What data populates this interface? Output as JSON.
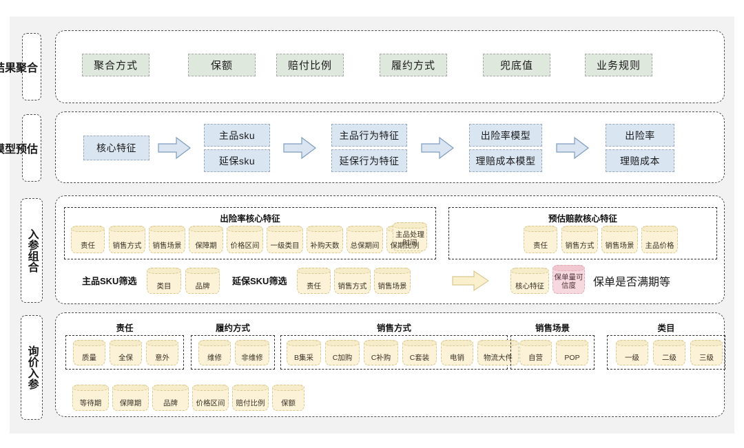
{
  "diagram": {
    "rows": [
      {
        "id": "result-aggregation",
        "label": "结果聚合",
        "chips": [
          "聚合方式",
          "保额",
          "赔付比例",
          "履约方式",
          "兜底值",
          "业务规则"
        ]
      },
      {
        "id": "model-prediction",
        "label": "模型预估",
        "stages": [
          {
            "items": [
              "核心特征"
            ]
          },
          {
            "items": [
              "主品sku",
              "延保sku"
            ]
          },
          {
            "items": [
              "主品行为特征",
              "延保行为特征"
            ]
          },
          {
            "items": [
              "出险率模型",
              "理赔成本模型"
            ]
          },
          {
            "items": [
              "出险率",
              "理赔成本"
            ]
          }
        ],
        "arrow_count": 4
      },
      {
        "id": "input-param-combination",
        "label": "入参组合",
        "groups": [
          {
            "title": "出险率核心特征",
            "nodes": [
              "责任",
              "销售方式",
              "销售场景",
              "保障期",
              "价格区间",
              "一级类目",
              "补购天数",
              "总保期间",
              "保期比例",
              "主品处理时间"
            ]
          },
          {
            "title": "预估赔款核心特征",
            "nodes": [
              "责任",
              "销售方式",
              "销售场景",
              "主品价格"
            ]
          }
        ],
        "filters": [
          {
            "label": "主品SKU筛选",
            "nodes": [
              "类目",
              "品牌"
            ]
          },
          {
            "label": "延保SKU筛选",
            "nodes": [
              "责任",
              "销售方式",
              "销售场景"
            ]
          }
        ],
        "result": {
          "nodes": [
            "核心特征"
          ],
          "highlight_node": "保单量可信度",
          "text": "保单是否满期等"
        }
      },
      {
        "id": "quote-input-params",
        "label": "询价入参",
        "groups": [
          {
            "title": "责任",
            "nodes": [
              "质量",
              "全保",
              "意外"
            ]
          },
          {
            "title": "履约方式",
            "nodes": [
              "维修",
              "非维修"
            ]
          },
          {
            "title": "销售方式",
            "nodes": [
              "B集采",
              "C加购",
              "C补购",
              "C套装",
              "电销",
              "物流大件"
            ]
          },
          {
            "title": "销售场景",
            "nodes": [
              "自营",
              "POP"
            ]
          },
          {
            "title": "类目",
            "nodes": [
              "一级",
              "二级",
              "三级"
            ]
          }
        ],
        "loose_nodes": [
          "等待期",
          "保障期",
          "品牌",
          "价格区间",
          "赔付比例",
          "保额"
        ]
      }
    ]
  },
  "colors": {
    "panel_bg": "#f2f2f2",
    "green_chip": "#dfe8dd",
    "blue_chip": "#dae5f2",
    "cylinder_fill": "#fbf2d8",
    "cylinder_border": "#d8c78e",
    "pink_fill": "#f6d9de",
    "pink_border": "#e2a8b3",
    "dashed_border": "#4d4d4d",
    "arrow_blue_fill": "#dbe5f1",
    "arrow_blue_stroke": "#7d9cc0",
    "arrow_yellow_fill": "#fbf0cd",
    "arrow_yellow_stroke": "#d9c88e"
  }
}
